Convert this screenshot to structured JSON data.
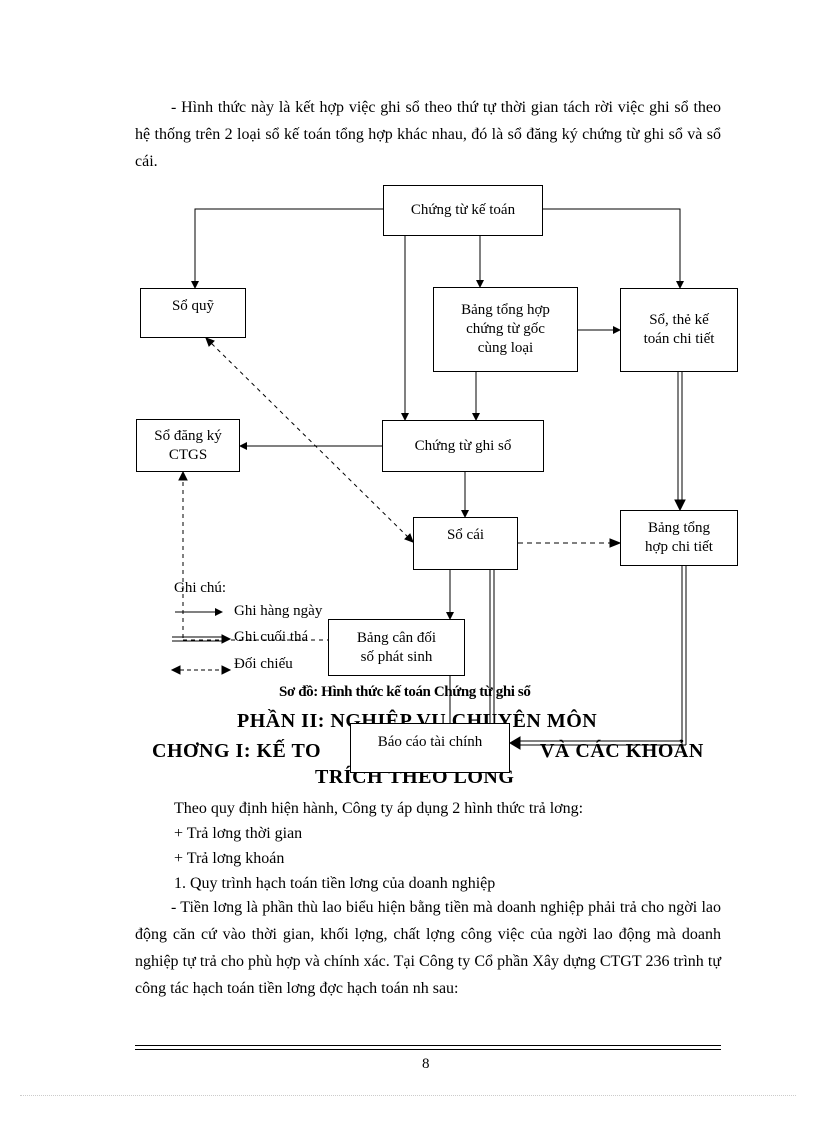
{
  "intro": {
    "paragraph": "- Hình thức này là kết hợp việc ghi sổ theo thứ tự thời gian tách rời việc ghi sổ theo hệ thống trên 2 loại sổ kế toán tổng hợp khác nhau, đó là sổ đăng ký chứng từ ghi sổ và sổ cái."
  },
  "diagram": {
    "boxes": {
      "chung_tu_ke_toan": "Chứng từ kế toán",
      "so_quy": "Sổ quỹ",
      "bang_tong_hop_1": "Bảng tổng hợp",
      "bang_tong_hop_2": "chứng từ gốc",
      "bang_tong_hop_3": "cùng loại",
      "so_the_1": "Sổ, thẻ kế",
      "so_the_2": "toán chi tiết",
      "so_dang_ky_1": "Sổ đăng ký",
      "so_dang_ky_2": "CTGS",
      "chung_tu_ghi_so": "Chứng từ ghi sổ",
      "so_cai": "Sổ cái",
      "bang_tong_hop_ct_1": "Bảng tổng",
      "bang_tong_hop_ct_2": "hợp chi tiết",
      "bang_can_doi_1": "Bảng cân đối",
      "bang_can_doi_2": "số phát sinh",
      "bao_cao": "Báo cáo tài chính"
    },
    "legend": {
      "title": "Ghi chú:",
      "daily": "Ghi hàng ngày",
      "end": "Ghi cuối thá",
      "compare": "Đối chiếu"
    },
    "caption": "Sơ đồ: Hình thức kế toán Chứng từ ghi sổ"
  },
  "part_heading": "PHẦN II: NGHIỆP VỤ CHUYÊN MÔN",
  "chapter_heading_left": "CHƠNG   I: KẾ TO",
  "chapter_heading_right": "VÀ CÁC KHOẢN",
  "chapter_heading_line2": "TRÍCH THEO LƠNG",
  "body": {
    "line1": "Theo quy định hiện hành, Công ty áp dụng 2 hình thức trả lơng:",
    "line2": "+ Trả lơng   thời gian",
    "line3": "+ Trả lơng   khoán",
    "line4": "1. Quy trình hạch toán tiền lơng   của doanh nghiệp",
    "paragraph": "- Tiền lơng   là phần thù lao biểu hiện bằng tiền mà doanh nghiệp phải trả cho ngời   lao động căn cứ vào thời gian, khối lợng,  chất lợng  công việc của ngời   lao động mà doanh nghiệp tự trả cho phù hợp và chính xác. Tại Công ty Cổ phần Xây dựng CTGT 236 trình tự công tác hạch toán tiền lơng  đợc  hạch toán nh  sau:"
  },
  "footer": {
    "page_number": "8"
  }
}
